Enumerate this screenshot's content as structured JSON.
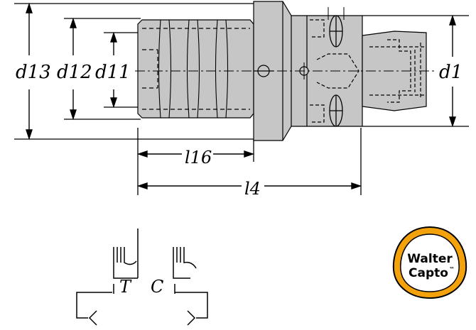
{
  "dimensions": {
    "d13": "d13",
    "d12": "d12",
    "d11": "d11",
    "d1": "d1",
    "l16": "l16",
    "l4": "l4"
  },
  "pictograms": {
    "thread_label": "T",
    "coolant_label": "C"
  },
  "logo": {
    "line1": "Walter",
    "line2": "Capto",
    "trademark": "™"
  },
  "colors": {
    "body_fill": "#c6c6c6",
    "line": "#000000",
    "logo_ring": "#f4a20c"
  }
}
